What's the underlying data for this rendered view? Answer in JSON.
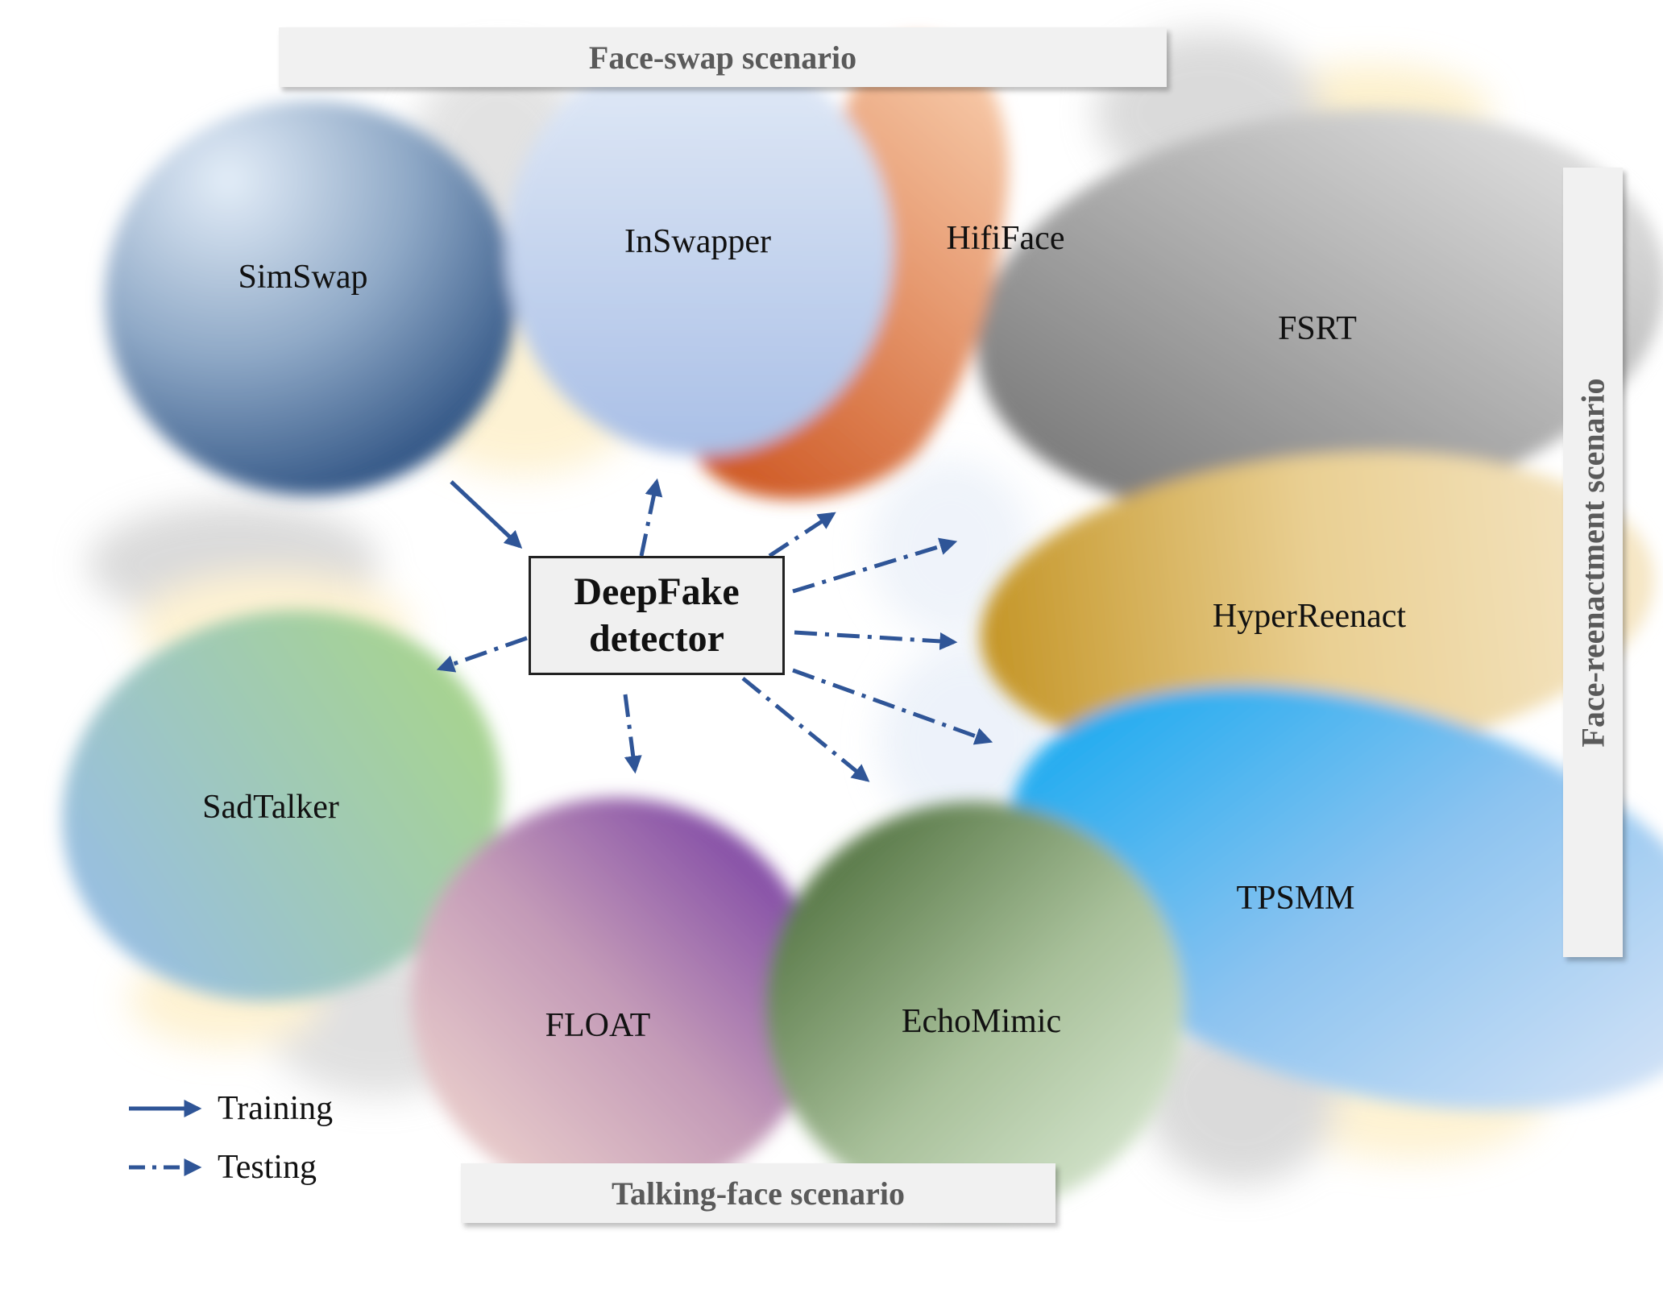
{
  "scenarios": {
    "face_swap": "Face-swap scenario",
    "face_reenactment": "Face-reenactment scenario",
    "talking_face": "Talking-face scenario"
  },
  "detector": {
    "line1": "DeepFake",
    "line2": "detector"
  },
  "nodes": [
    {
      "id": "simswap",
      "label": "SimSwap"
    },
    {
      "id": "inswapper",
      "label": "InSwapper"
    },
    {
      "id": "hififace",
      "label": "HifiFace"
    },
    {
      "id": "fsrt",
      "label": "FSRT"
    },
    {
      "id": "hyperreenact",
      "label": "HyperReenact"
    },
    {
      "id": "tpsmm",
      "label": "TPSMM"
    },
    {
      "id": "echomimic",
      "label": "EchoMimic"
    },
    {
      "id": "float",
      "label": "FLOAT"
    },
    {
      "id": "sadtalker",
      "label": "SadTalker"
    }
  ],
  "legend": {
    "training": "Training",
    "testing": "Testing"
  },
  "colors": {
    "arrow": "#2f5597",
    "box_fill": "#f1f1f1",
    "scenario_text": "#5a5a5a"
  }
}
